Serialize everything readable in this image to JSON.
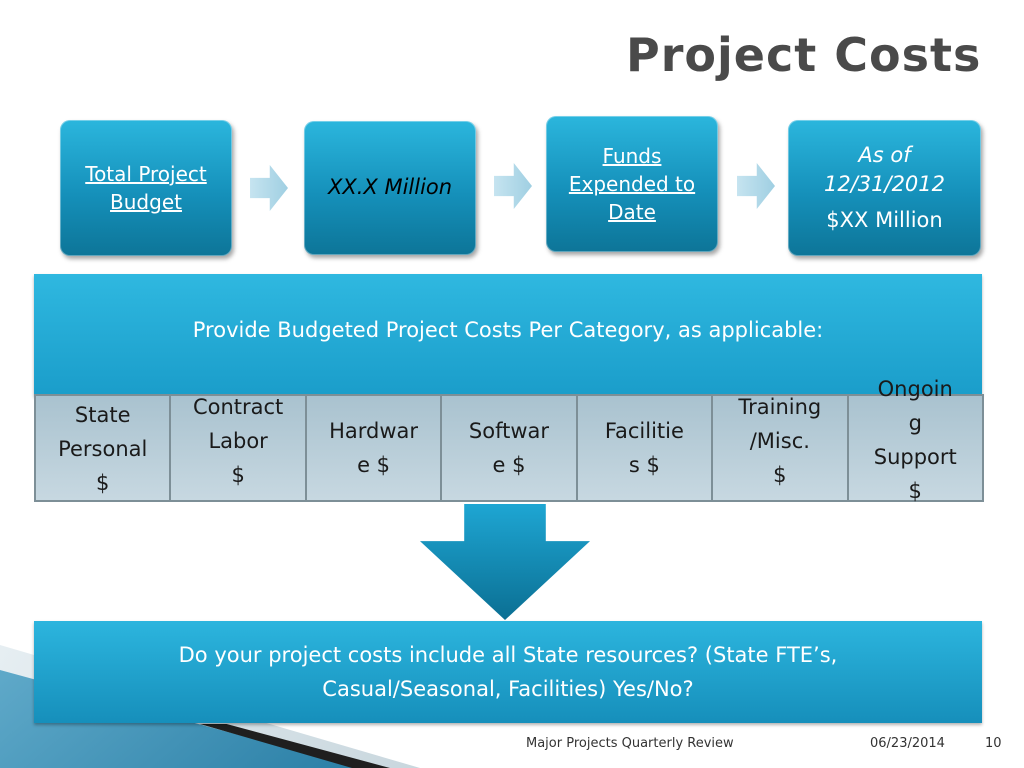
{
  "title": "Project Costs",
  "flow": {
    "total_budget_line1": "Total Project",
    "total_budget_line2": "Budget",
    "budget_value": "XX.X Million",
    "funds_line1": "Funds",
    "funds_line2": "Expended to",
    "funds_line3": "Date",
    "asof_line1": "As of",
    "asof_line2": "12/31/2012",
    "asof_value": "$XX Million"
  },
  "banner": "Provide Budgeted Project Costs Per Category, as applicable:",
  "categories": [
    {
      "lines": [
        "State",
        "Personal",
        "$"
      ]
    },
    {
      "lines": [
        "Contract",
        "Labor",
        "",
        "$"
      ]
    },
    {
      "lines": [
        "Hardwar",
        "e $"
      ]
    },
    {
      "lines": [
        "Softwar",
        "e $"
      ]
    },
    {
      "lines": [
        "Facilitie",
        "s $"
      ]
    },
    {
      "lines": [
        "Training",
        "/Misc.",
        "",
        "$"
      ]
    },
    {
      "lines": [
        "Ongoin",
        "g",
        "Support",
        "",
        "$"
      ]
    }
  ],
  "question_line1": "Do your project costs include all State resources? (State FTE’s,",
  "question_line2": "Casual/Seasonal, Facilities)  Yes/No?",
  "footer": {
    "center": "Major Projects Quarterly Review",
    "date": "06/23/2014",
    "page": "10"
  }
}
